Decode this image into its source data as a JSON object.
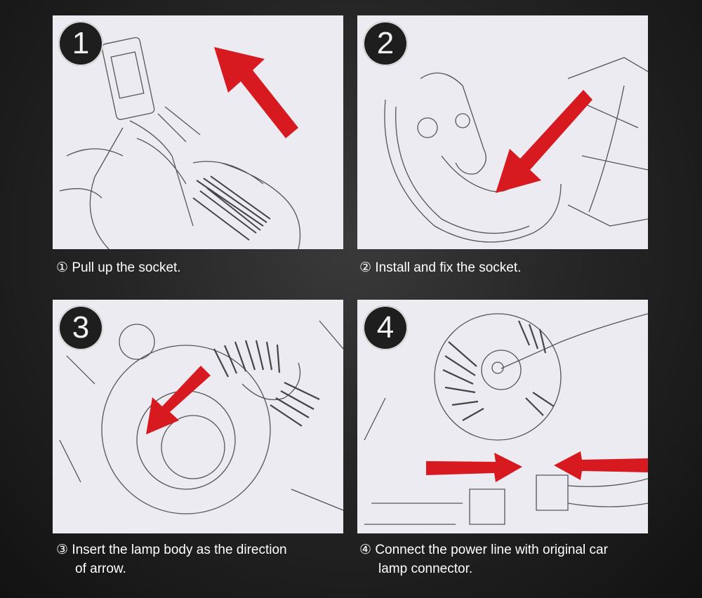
{
  "steps": [
    {
      "badge": "1",
      "num": "①",
      "text": "Pull up the socket.",
      "text2": ""
    },
    {
      "badge": "2",
      "num": "②",
      "text": "Install and fix the socket.",
      "text2": ""
    },
    {
      "badge": "3",
      "num": "③",
      "text": "Insert the lamp body as the direction",
      "text2": "of arrow."
    },
    {
      "badge": "4",
      "num": "④",
      "text": "Connect the power line with original car",
      "text2": "lamp connector."
    }
  ],
  "colors": {
    "arrow": "#d71920",
    "panel_bg": "#ecebf1",
    "badge_bg": "#1e1e1e",
    "caption": "#ffffff"
  }
}
